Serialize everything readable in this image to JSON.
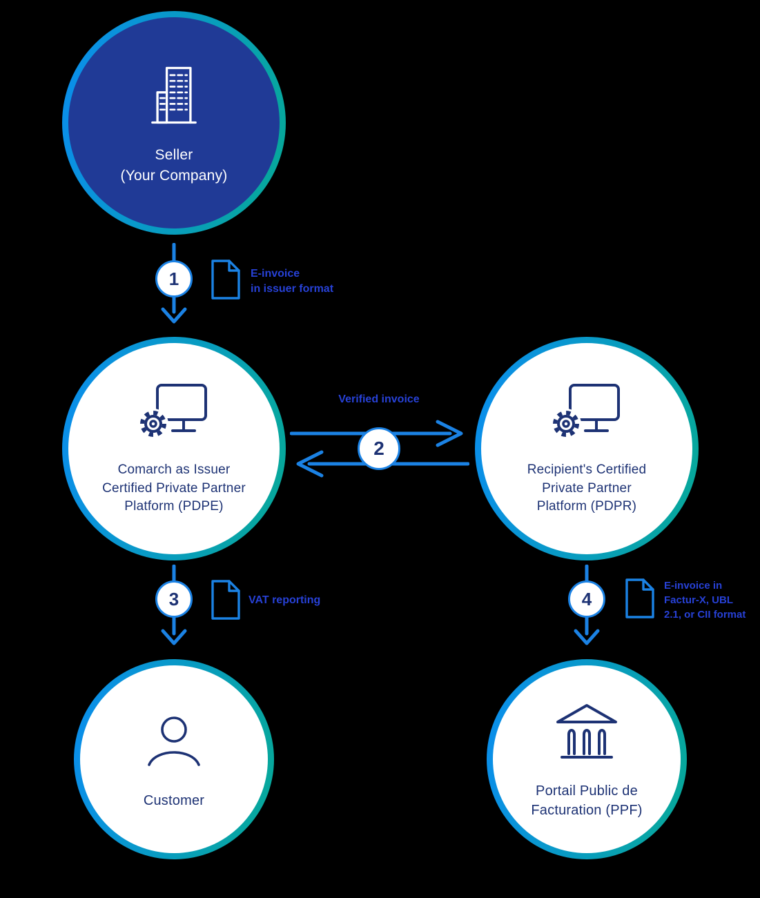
{
  "colors": {
    "background": "#000000",
    "gradient_start": "#0a8fe8",
    "gradient_end": "#07a79d",
    "seller_fill": "#203a96",
    "navy_text": "#1d3274",
    "arrow_blue": "#1b82e4",
    "annotation_blue": "#2741d6",
    "node_fill": "#ffffff"
  },
  "nodes": {
    "seller": {
      "label": "Seller\n(Your Company)",
      "icon": "building-icon"
    },
    "pdpe": {
      "label": "Comarch as Issuer\nCertified Private Partner\nPlatform (PDPE)",
      "icon": "monitor-gear-icon"
    },
    "pdpr": {
      "label": "Recipient's Certified\nPrivate Partner\nPlatform (PDPR)",
      "icon": "monitor-gear-icon"
    },
    "customer": {
      "label": "Customer",
      "icon": "person-icon"
    },
    "ppf": {
      "label": "Portail Public de\nFacturation (PPF)",
      "icon": "bank-icon"
    }
  },
  "steps": {
    "step1": {
      "number": "1",
      "label": "E-invoice\nin issuer format",
      "icon": "document-icon"
    },
    "step2": {
      "number": "2",
      "label": "Verified invoice"
    },
    "step3": {
      "number": "3",
      "label": "VAT reporting",
      "icon": "document-icon"
    },
    "step4": {
      "number": "4",
      "label": "E-invoice in\nFactur-X, UBL\n2.1, or CII format",
      "icon": "document-icon"
    }
  }
}
